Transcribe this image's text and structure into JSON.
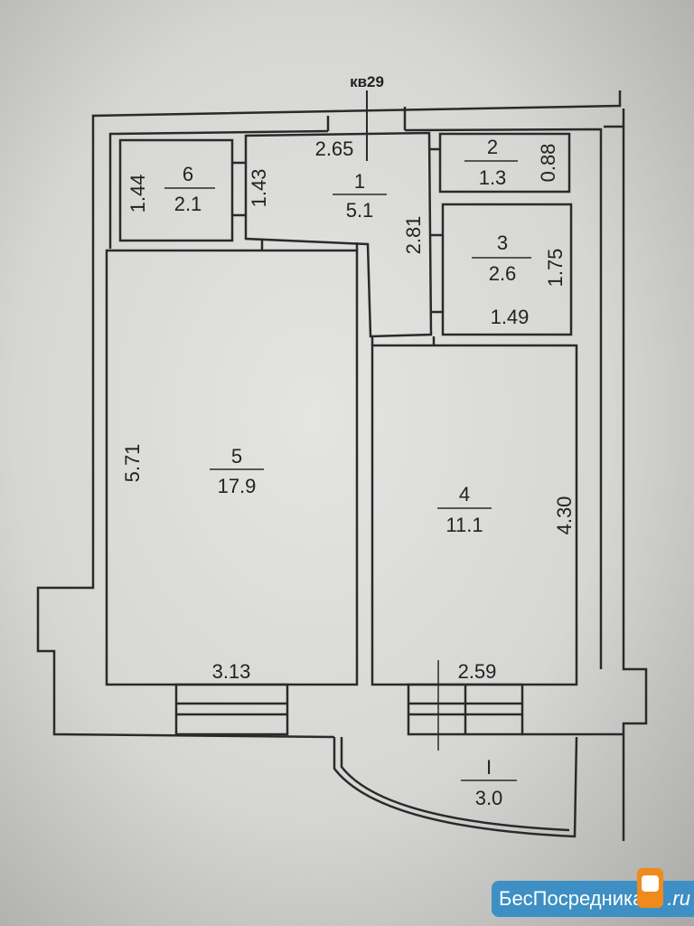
{
  "apartment_label": "кв29",
  "rooms": [
    {
      "number": "1",
      "area": "5.1",
      "dims": [
        "2.65",
        "1.43",
        "2.81"
      ]
    },
    {
      "number": "2",
      "area": "1.3",
      "dims": [
        "0.88"
      ]
    },
    {
      "number": "3",
      "area": "2.6",
      "dims": [
        "1.75",
        "1.49"
      ]
    },
    {
      "number": "4",
      "area": "11.1",
      "dims": [
        "4.30",
        "2.59"
      ]
    },
    {
      "number": "5",
      "area": "17.9",
      "dims": [
        "5.71",
        "3.13"
      ]
    },
    {
      "number": "6",
      "area": "2.1",
      "dims": [
        "1.44"
      ]
    },
    {
      "number": "I",
      "area": "3.0",
      "dims": []
    }
  ],
  "watermark": {
    "text": "БесПосредника",
    "suffix": ".ru"
  }
}
